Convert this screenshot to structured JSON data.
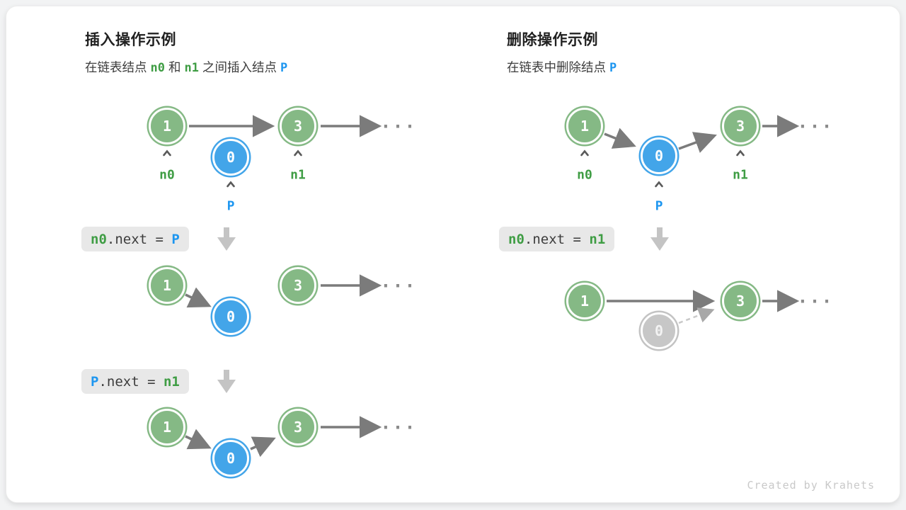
{
  "colors": {
    "node_green": "#85b985",
    "node_blue": "#43a5e9",
    "node_gray": "#c7c7c7",
    "text_green": "#3f9d44",
    "text_blue": "#1d96f0",
    "arrow_gray": "#7b7b7b",
    "code_box_bg": "#e8e8e8"
  },
  "glyphs": {
    "ellipsis": "..."
  },
  "insert": {
    "title": "插入操作示例",
    "subtitle": {
      "t1": "在链表结点",
      "n0": "n0",
      "t2": "和",
      "n1": "n1",
      "t3": "之间插入结点",
      "p": "P"
    },
    "nodes": {
      "a": "1",
      "b": "0",
      "c": "3"
    },
    "labels": {
      "n0": "n0",
      "n1": "n1",
      "p": "P"
    },
    "code1": {
      "lhs": "n0",
      "mid": ".next = ",
      "rhs": "P"
    },
    "code2": {
      "lhs": "P",
      "mid": ".next = ",
      "rhs": "n1"
    }
  },
  "delete": {
    "title": "删除操作示例",
    "subtitle": {
      "t1": "在链表中删除结点",
      "p": "P"
    },
    "nodes": {
      "a": "1",
      "b": "0",
      "c": "3"
    },
    "labels": {
      "n0": "n0",
      "n1": "n1",
      "p": "P"
    },
    "code1": {
      "lhs": "n0",
      "mid": ".next = ",
      "rhs": "n1"
    }
  },
  "footer": {
    "credit": "Created by Krahets"
  }
}
